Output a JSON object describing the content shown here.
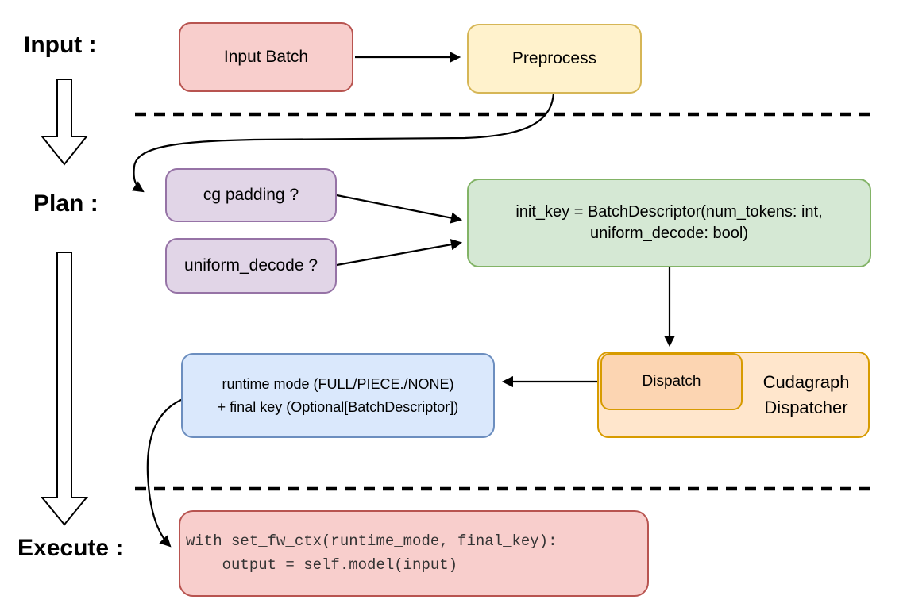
{
  "colors": {
    "pink-fill": "#f8cecc",
    "pink-stroke": "#b85450",
    "yellow-fill": "#fff2cc",
    "yellow-stroke": "#d6b656",
    "purple-fill": "#e1d5e7",
    "purple-stroke": "#9673a6",
    "green-fill": "#d5e8d4",
    "green-stroke": "#82b366",
    "blue-fill": "#dae8fc",
    "blue-stroke": "#6c8ebf",
    "orange-fill": "#ffe6cc",
    "orange-inner-fill": "#fcd5b2",
    "orange-stroke": "#d79b00",
    "line": "#000000",
    "code-text": "#333333"
  },
  "stages": {
    "input": "Input :",
    "plan": "Plan :",
    "execute": "Execute :"
  },
  "nodes": {
    "input_batch": {
      "label": "Input Batch"
    },
    "preprocess": {
      "label": "Preprocess"
    },
    "cg_padding": {
      "label": "cg padding ?"
    },
    "uniform_decode": {
      "label": "uniform_decode ?"
    },
    "init_key": {
      "line1": "init_key = BatchDescriptor(num_tokens: int,",
      "line2": "uniform_decode: bool)"
    },
    "dispatch": {
      "label": "Dispatch"
    },
    "dispatcher": {
      "line1": "Cudagraph",
      "line2": "Dispatcher"
    },
    "runtime": {
      "line1": "runtime mode (FULL/PIECE./NONE)",
      "line2": "+ final key (Optional[BatchDescriptor])"
    },
    "code": {
      "line1": "with set_fw_ctx(runtime_mode, final_key):",
      "line2": "    output = self.model(input)"
    }
  }
}
